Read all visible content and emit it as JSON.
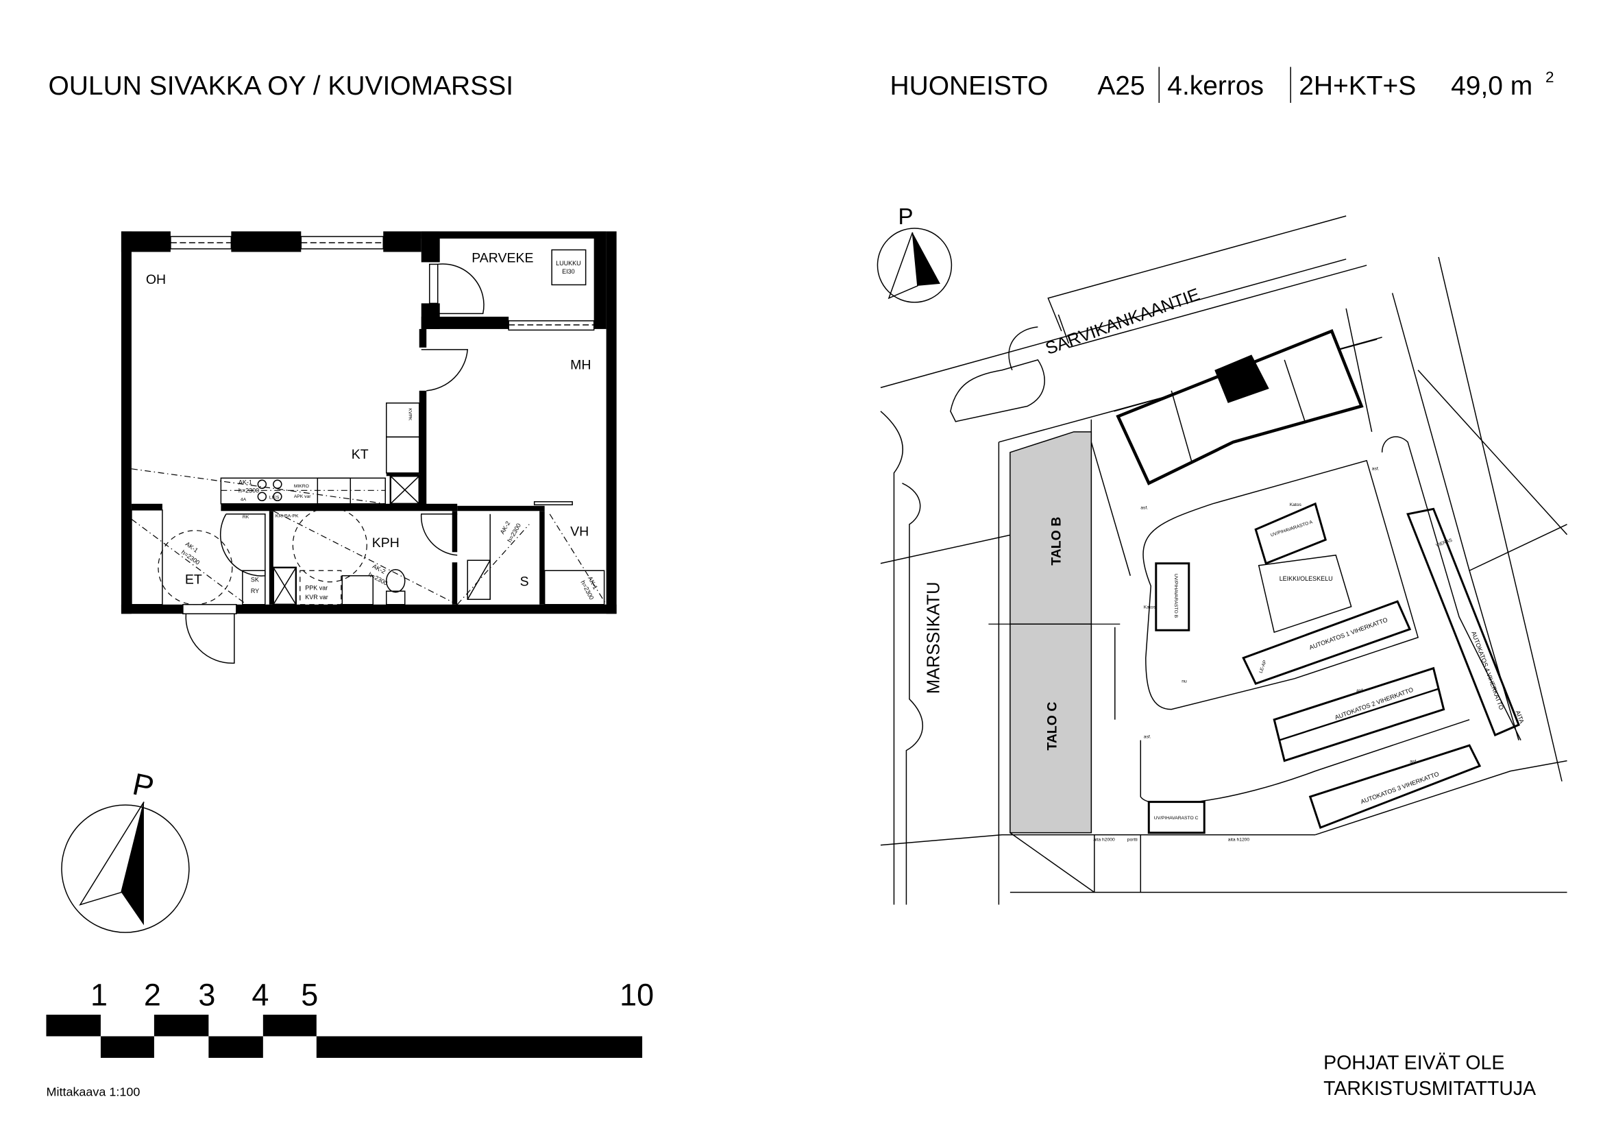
{
  "header": {
    "company": "OULUN SIVAKKA OY / KUVIOMARSSI",
    "apartment_label": "HUONEISTO",
    "apartment_id": "A25",
    "floor": "4.kerros",
    "type": "2H+KT+S",
    "area": "49,0 m",
    "area_sup": "2"
  },
  "floorplan": {
    "rooms": {
      "oh": "OH",
      "parveke": "PARVEKE",
      "luukku1": "LUUKKU",
      "luukku2": "EI30",
      "mh": "MH",
      "kt": "KT",
      "kph": "KPH",
      "et": "ET",
      "vh": "VH",
      "s": "S",
      "sk": "SK",
      "ry": "RY"
    },
    "annotations": {
      "ak1": "AK-1",
      "ak2": "AK-2",
      "h2300": "h=2300",
      "krh": "KRH5A-PK",
      "mikro": "MIKRO",
      "apk": "APK var",
      "ppk": "PPK var",
      "kvr": "KVR var",
      "kvpk": "KVPK",
      "a4": "4A",
      "rk": "RK",
      "lies": "LIES"
    }
  },
  "north_label": "P",
  "scale": {
    "ticks": [
      "1",
      "2",
      "3",
      "4",
      "5",
      "10"
    ],
    "caption": "Mittakaava 1:100"
  },
  "site": {
    "street_north": "SARVIKANKAANTIE",
    "street_west": "MARSSIKATU",
    "talo_b": "TALO B",
    "talo_c": "TALO C",
    "asf": "asf.",
    "nu": "nu",
    "leikki": "LEIKKI/OLESKELU",
    "katos": "Katos",
    "varasto_a": "UV/PIHAVARASTO A",
    "varasto_b": "UV/PIHAVARASTO B",
    "varasto_c": "UV/PIHAVARASTO C",
    "autokatos1": "AUTOKATOS 1 VIHERKATTO",
    "autokatos2": "AUTOKATOS 2 VIHERKATTO",
    "autokatos3": "AUTOKATOS 3 VIHERKATTO",
    "autokatos4": "AUTOKATOS 4 VIHERKATTO",
    "aita": "AITA",
    "aita1200": "aita h1200",
    "aita2000": "aita h2000",
    "portti": "portti",
    "leap": "LE-AP",
    "vieras": "VIERAS"
  },
  "disclaimer": {
    "line1": "POHJAT EIVÄT OLE",
    "line2": "TARKISTUSMITATTUJA"
  }
}
